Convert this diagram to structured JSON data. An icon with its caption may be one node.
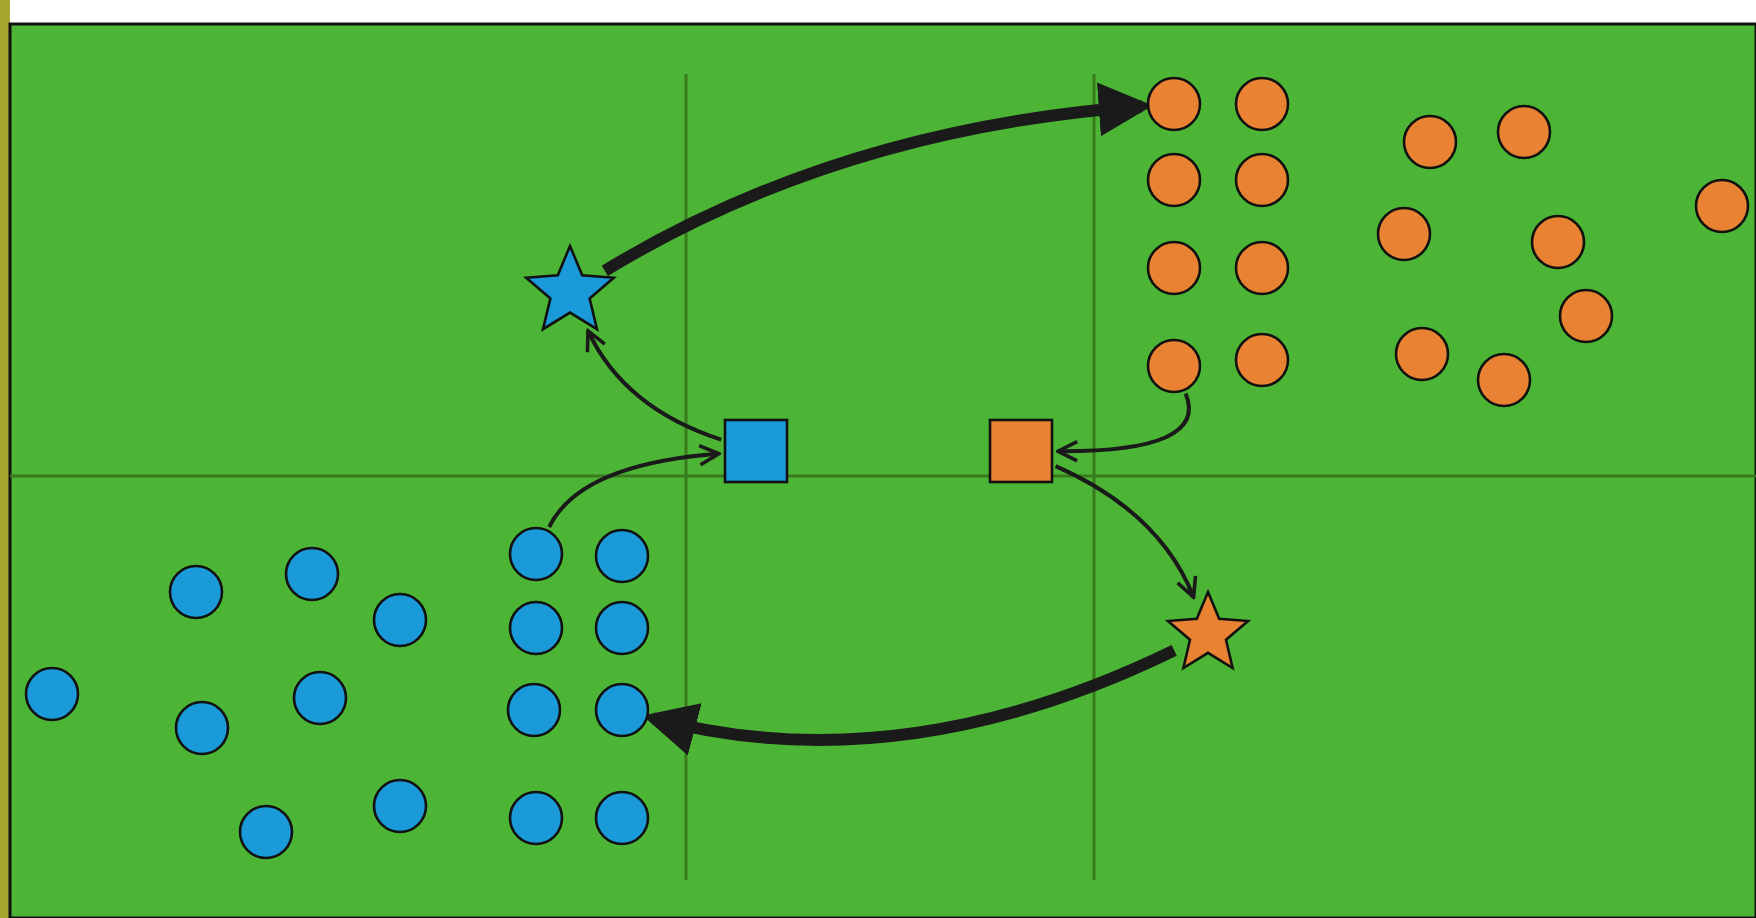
{
  "diagram": {
    "nodes": [
      {
        "text": [],
        "shape": "circle"
      },
      {
        "text": [],
        "shape": "circle"
      },
      {
        "text": [],
        "shape": "circle"
      },
      {
        "text": [],
        "shape": "circle"
      },
      {
        "text": [],
        "shape": "circle"
      },
      {
        "text": [],
        "shape": "circle"
      },
      {
        "text": [],
        "shape": "circle"
      },
      {
        "text": [],
        "shape": "circle"
      },
      {
        "text": [],
        "shape": "circle"
      },
      {
        "text": [],
        "shape": "circle"
      },
      {
        "text": [],
        "shape": "circle"
      },
      {
        "text": [],
        "shape": "star"
      },
      {
        "text": [],
        "shape": "circle"
      },
      {
        "text": [],
        "shape": "circle"
      },
      {
        "text": [],
        "shape": "circle"
      },
      {
        "text": [],
        "shape": "circle"
      },
      {
        "text": [],
        "shape": "circle"
      },
      {
        "text": [],
        "shape": "box"
      },
      {
        "text": [],
        "shape": "box"
      },
      {
        "text": [],
        "shape": "circle"
      },
      {
        "text": [],
        "shape": "circle"
      },
      {
        "text": [],
        "shape": "circle"
      },
      {
        "text": [],
        "shape": "circle"
      },
      {
        "text": [],
        "shape": "circle"
      },
      {
        "text": [],
        "shape": "circle"
      },
      {
        "text": [],
        "shape": "circle"
      },
      {
        "text": [],
        "shape": "star"
      },
      {
        "text": [],
        "shape": "circle"
      },
      {
        "text": [],
        "shape": "circle"
      },
      {
        "text": [],
        "shape": "circle"
      },
      {
        "text": [],
        "shape": "circle"
      },
      {
        "text": [],
        "shape": "circle"
      },
      {
        "text": [],
        "shape": "circle"
      },
      {
        "text": [],
        "shape": "circle"
      },
      {
        "text": [],
        "shape": "circle"
      },
      {
        "text": [],
        "shape": "circle"
      }
    ],
    "edges": [
      {
        "from": 11,
        "to": 0,
        "arrow": "to",
        "style": "thick"
      },
      {
        "from": 17,
        "to": 11,
        "arrow": "to"
      },
      {
        "from": 19,
        "to": 17,
        "arrow": "to"
      },
      {
        "from": 15,
        "to": 18,
        "arrow": "to"
      },
      {
        "from": 18,
        "to": 26,
        "arrow": "to"
      },
      {
        "from": 26,
        "to": 30,
        "arrow": "to",
        "style": "thick"
      }
    ]
  }
}
